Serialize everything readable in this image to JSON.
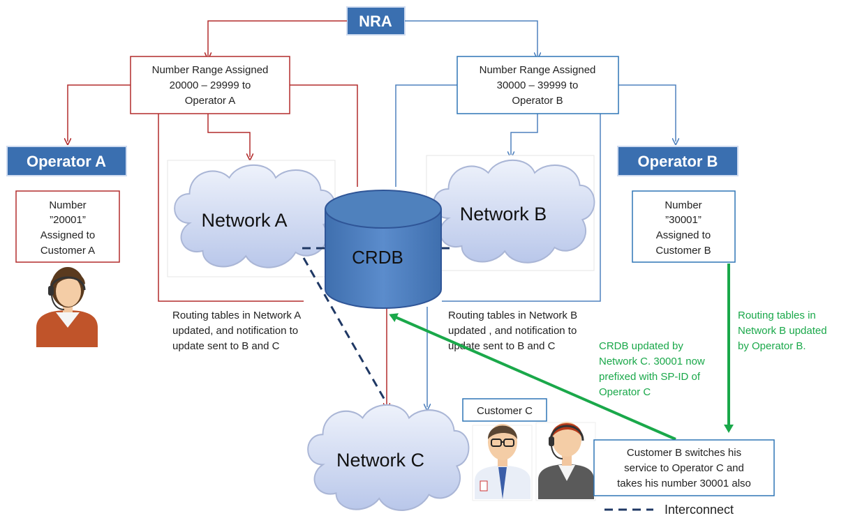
{
  "title_box": "NRA",
  "operators": {
    "a": "Operator A",
    "b": "Operator B"
  },
  "ranges": {
    "a": [
      "Number Range Assigned",
      "20000 – 29999 to",
      "Operator A"
    ],
    "b": [
      "Number Range Assigned",
      "30000 – 39999 to",
      "Operator B"
    ]
  },
  "numbers": {
    "a": [
      "Number",
      "”20001”",
      "Assigned to",
      "Customer A"
    ],
    "b": [
      "Number",
      "”30001”",
      "Assigned to",
      "Customer B"
    ]
  },
  "networks": {
    "a": "Network A",
    "b": "Network B",
    "c": "Network C"
  },
  "database": "CRDB",
  "notes": {
    "routing_a": [
      "Routing tables in Network A",
      "updated, and notification to",
      "update sent to B and C"
    ],
    "routing_b": [
      "Routing tables in Network B",
      "updated , and notification to",
      "update sent to B and C"
    ],
    "crdb_update": [
      "CRDB updated by",
      "Network C. 30001 now",
      "prefixed with SP-ID of",
      "Operator C"
    ],
    "routing_b_operator": [
      "Routing tables in",
      "Network B updated",
      "by Operator B."
    ]
  },
  "customer_c": "Customer C",
  "switch_box": [
    "Customer B switches his",
    "service to Operator C and",
    "takes his number 30001 also"
  ],
  "legend": {
    "interconnect": "Interconnect"
  },
  "colors": {
    "red": "#b22b2b",
    "blue": "#4f81bd",
    "green": "#1aa84a",
    "navy": "#1f3864",
    "header": "#3a6fb0"
  }
}
